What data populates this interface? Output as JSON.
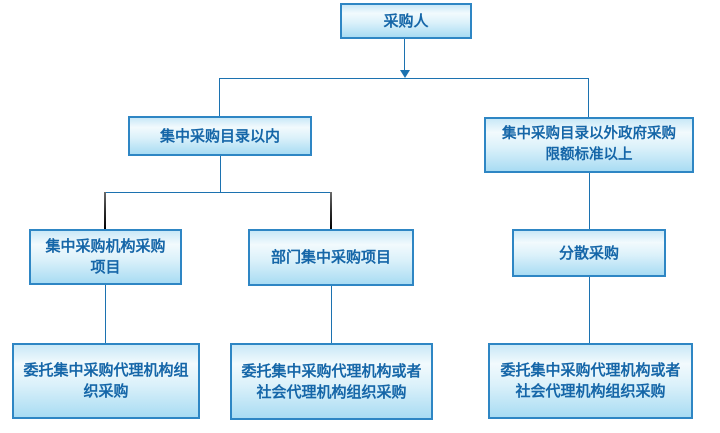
{
  "diagram": {
    "description": "Government procurement flow chart",
    "nodes": {
      "purchaser": {
        "lines": [
          "采购人"
        ]
      },
      "within_catalog": {
        "lines": [
          "集中采购目录以内"
        ]
      },
      "outside_catalog": {
        "lines": [
          "集中采购目录以外政府采购",
          "限额标准以上"
        ]
      },
      "centralized_agency_projects": {
        "lines": [
          "集中采购机构采购",
          "项目"
        ]
      },
      "department_centralized_projects": {
        "lines": [
          "部门集中采购项目"
        ]
      },
      "decentralized_procurement": {
        "lines": [
          "分散采购"
        ]
      },
      "entrust_centralized_agency": {
        "lines": [
          "委托集中采购代理机构组",
          "织采购"
        ]
      },
      "entrust_centralized_or_social_agency_left": {
        "lines": [
          "委托集中采购代理机构或者",
          "社会代理机构组织采购"
        ]
      },
      "entrust_centralized_or_social_agency_right": {
        "lines": [
          "委托集中采购代理机构或者",
          "社会代理机构组织采购"
        ]
      }
    },
    "colors": {
      "box_border": "#2e86c4",
      "box_fill_top": "#c9e8f7",
      "box_fill_middle": "#f2fafd",
      "box_fill_bottom": "#a9dcf3",
      "box_text": "#1566a8",
      "connector_blue": "#1c72b0",
      "connector_black": "#1a1a1a",
      "background": "#ffffff"
    }
  }
}
